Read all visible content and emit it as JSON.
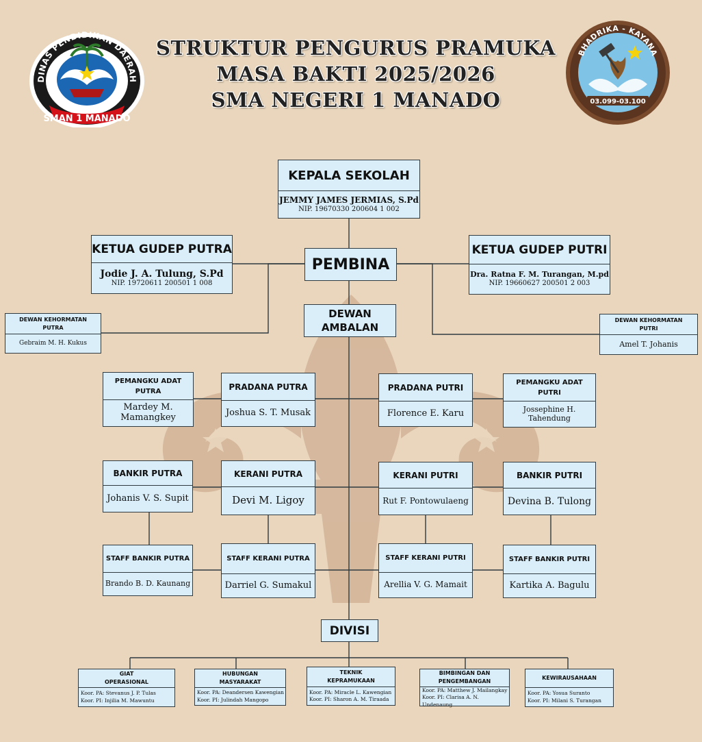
{
  "header": {
    "title_lines": [
      "STRUKTUR PENGURUS PRAMUKA",
      "MASA BAKTI 2025/2026",
      "SMA NEGERI 1 MANADO"
    ],
    "logo_left": {
      "ring_text": "DINAS PENDIDIKAN DAERAH",
      "banner_text": "SMAN 1 MANADO"
    },
    "logo_right": {
      "ring_text": "BHADRIKA - KAYANA",
      "code_text": "03.099-03.100"
    }
  },
  "colors": {
    "box_fill": "#d9eef8",
    "box_border": "#2f3a40",
    "background": "#e9d6bd",
    "emblem": "#c9a68a"
  },
  "kepala_sekolah": {
    "title": "KEPALA SEKOLAH",
    "name": "JEMMY JAMES JERMIAS, S.Pd",
    "nip": "NIP. 19670330 200604 1 002"
  },
  "pembina": {
    "title": "PEMBINA"
  },
  "ketua_gudep_putra": {
    "title": "KETUA GUDEP PUTRA",
    "name": "Jodie J. A. Tulung, S.Pd",
    "nip": "NIP. 19720611 200501 1 008"
  },
  "ketua_gudep_putri": {
    "title": "KETUA GUDEP PUTRI",
    "name": "Dra. Ratna F. M. Turangan, M.pd",
    "nip": "NIP. 19660627 200501 2 003"
  },
  "dewan_kehormatan_putra": {
    "title_line1": "DEWAN KEHORMATAN",
    "title_line2": "PUTRA",
    "name": "Gebraim M. H. Kukus"
  },
  "dewan_kehormatan_putri": {
    "title_line1": "DEWAN KEHORMATAN",
    "title_line2": "PUTRI",
    "name": "Amel T. Johanis"
  },
  "dewan_ambalan": {
    "title_line1": "DEWAN",
    "title_line2": "AMBALAN"
  },
  "pemangku_adat_putra": {
    "title_line1": "PEMANGKU ADAT",
    "title_line2": "PUTRA",
    "name_line1": "Mardey M.",
    "name_line2": "Mamangkey"
  },
  "pradana_putra": {
    "title": "PRADANA PUTRA",
    "name": "Joshua S. T. Musak"
  },
  "pradana_putri": {
    "title": "PRADANA PUTRI",
    "name": "Florence E. Karu"
  },
  "pemangku_adat_putri": {
    "title_line1": "PEMANGKU ADAT",
    "title_line2": "PUTRI",
    "name_line1": "Jossephine H.",
    "name_line2": "Tahendung"
  },
  "bankir_putra": {
    "title": "BANKIR PUTRA",
    "name": "Johanis V. S. Supit"
  },
  "kerani_putra": {
    "title": "KERANI PUTRA",
    "name": "Devi M. Ligoy"
  },
  "kerani_putri": {
    "title": "KERANI PUTRI",
    "name": "Rut F. Pontowulaeng"
  },
  "bankir_putri": {
    "title": "BANKIR PUTRI",
    "name": "Devina B. Tulong"
  },
  "staff_bankir_putra": {
    "title": "STAFF BANKIR PUTRA",
    "name": "Brando B. D. Kaunang"
  },
  "staff_kerani_putra": {
    "title": "STAFF KERANI PUTRA",
    "name": "Darriel G. Sumakul"
  },
  "staff_kerani_putri": {
    "title": "STAFF KERANI PUTRI",
    "name": "Arellia V. G. Mamait"
  },
  "staff_bankir_putri": {
    "title": "STAFF BANKIR PUTRI",
    "name": "Kartika A. Bagulu"
  },
  "divisi": {
    "title": "DIVISI"
  },
  "divisions": [
    {
      "title_line1": "GIAT",
      "title_line2": "OPERASIONAL",
      "koor_pa": "Koor. PA: Stevanus J. P. Tulas",
      "koor_pi": "Koor. PI: Injilia M. Mawuntu"
    },
    {
      "title_line1": "HUBUNGAN",
      "title_line2": "MASYARAKAT",
      "koor_pa": "Koor. PA: Deandersen Kawengian",
      "koor_pi": "Koor. PI: Julindah Mangopo"
    },
    {
      "title_line1": "TEKNIK",
      "title_line2": "KEPRAMUKAAN",
      "koor_pa": "Koor. PA: Miracle L. Kawengian",
      "koor_pi": "Koor. PI: Sharon A. M. Tiraada"
    },
    {
      "title_line1": "BIMBINGAN DAN",
      "title_line2": "PENGEMBANGAN",
      "koor_pa": "Koor. PA: Matthew J. Mailangkay",
      "koor_pi": "Koor. PI: Clarisa A. N. Undenaung"
    },
    {
      "title_line1": "KEWIRAUSAHAAN",
      "title_line2": "",
      "koor_pa": "Koor. PA: Yosua Suranto",
      "koor_pi": "Koor. PI: Milani S. Turangan"
    }
  ]
}
